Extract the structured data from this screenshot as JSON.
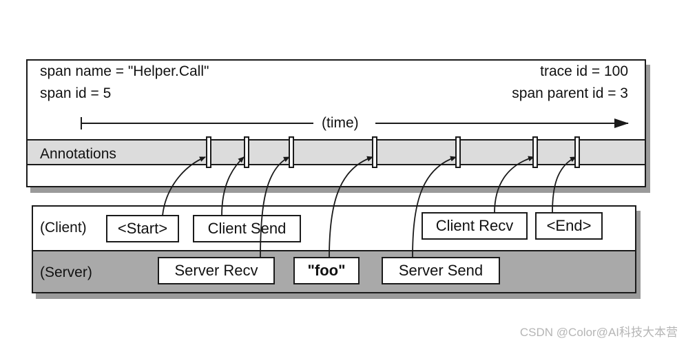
{
  "span_panel": {
    "span_name": "span name = \"Helper.Call\"",
    "span_id": "span id = 5",
    "trace_id": "trace id = 100",
    "span_parent_id": "span parent id = 3",
    "time_label": "(time)",
    "annotations_label": "Annotations"
  },
  "events_panel": {
    "client_label": "(Client)",
    "server_label": "(Server)",
    "client_events": [
      "<Start>",
      "Client Send",
      "Client Recv",
      "<End>"
    ],
    "server_events": [
      "Server Recv",
      "\"foo\"",
      "Server Send"
    ]
  },
  "watermark": "CSDN @Color@AI科技大本营",
  "colors": {
    "border": "#1a1a1a",
    "annotation_band": "#dcdcdc",
    "server_band": "#a9a9a9",
    "shadow": "#9a9a9a",
    "background": "#ffffff"
  }
}
